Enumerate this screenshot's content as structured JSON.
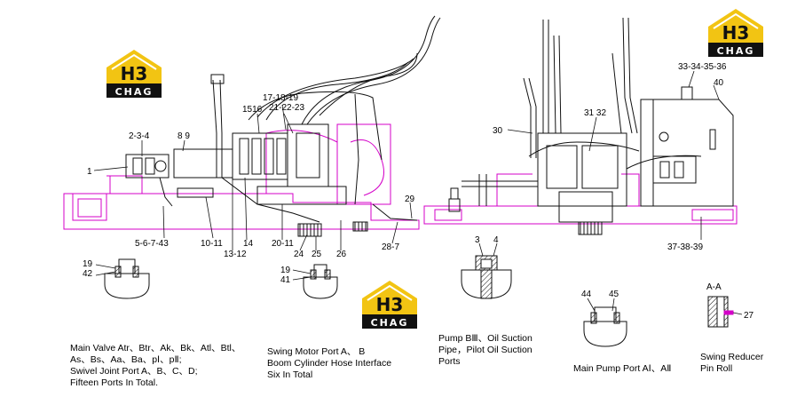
{
  "logo": {
    "text": "H3",
    "sub": "CHAG",
    "colors": {
      "gold": "#F2C413",
      "dark": "#111111"
    }
  },
  "colors": {
    "magenta": "#D400C8",
    "line": "#111111",
    "bg": "#FFFFFF"
  },
  "labels": {
    "l1": "1",
    "l234": "2-3-4",
    "l89": "8 9",
    "l5743": "5-6-7-43",
    "l1011": "10-11",
    "l1312": "13-12",
    "l14": "14",
    "l2011": "20-11",
    "l24": "24",
    "l25": "25",
    "l26": "26",
    "l287": "28-7",
    "l29": "29",
    "l1516": "1516",
    "l171819": "17-18-19",
    "l21": "21-22-23",
    "l30": "30",
    "l3132": "31 32",
    "l333436": "33-34-35-36",
    "l40": "40",
    "l373839": "37-38-39",
    "d1a": "19",
    "d1b": "42",
    "d2a": "19",
    "d2b": "41",
    "d3a": "3",
    "d3b": "4",
    "d4a": "44",
    "d4b": "45",
    "aa": "A-A",
    "l27": "27"
  },
  "captions": {
    "main_valve": [
      "Main Valve Atr、Btr、Ak、Bk、Atl、Btl、",
      "As、Bs、Aa、Ba、pⅠ、pⅡ;",
      "Swivel Joint Port A、B、C、D;",
      "Fifteen Ports In Total."
    ],
    "swing_motor": [
      "Swing Motor Port A、 B",
      "Boom Cylinder Hose Interface",
      "Six In Total"
    ],
    "pump": [
      "Pump BⅢ、Oil Suction",
      "Pipe，Pilot Oil Suction",
      "Ports"
    ],
    "main_pump": [
      "Main Pump Port AⅠ、AⅡ"
    ],
    "swing_reducer": [
      "Swing Reducer",
      "Pin Roll"
    ]
  }
}
